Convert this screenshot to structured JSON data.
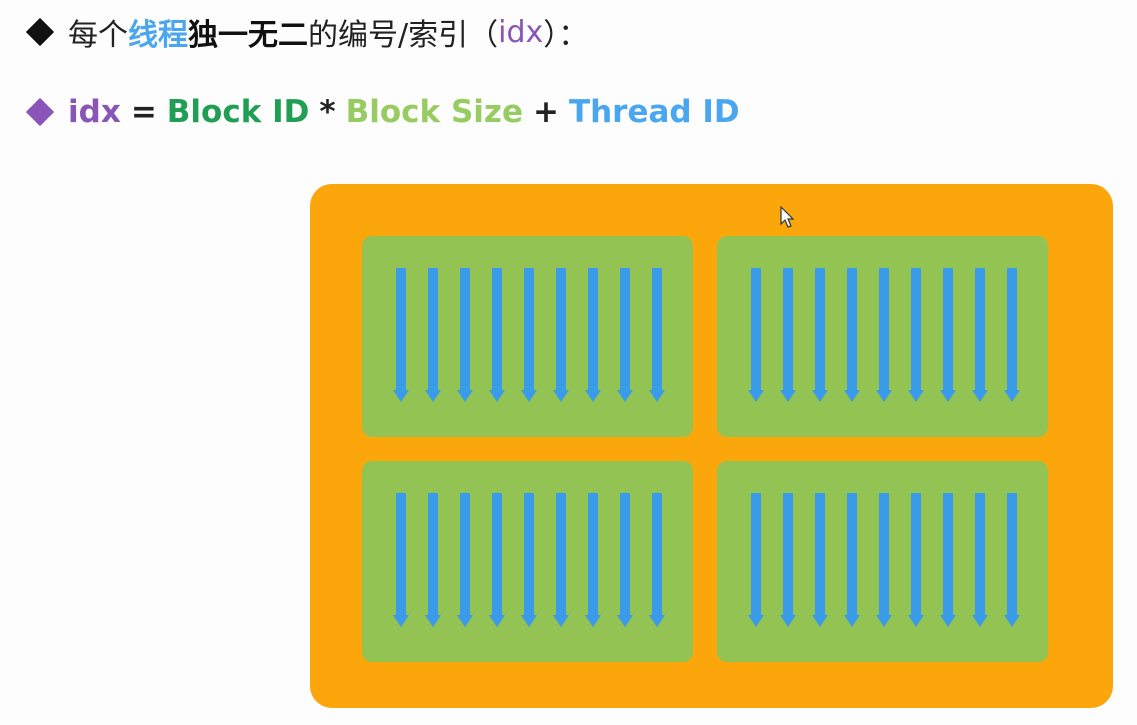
{
  "line1": {
    "part1": "每个",
    "part2": "线程",
    "part3": "独一无二",
    "part4": "的编号/索引（",
    "part5": "idx",
    "part6": "）："
  },
  "line2": {
    "idx": "idx",
    "eq": "=",
    "block_id": "Block ID",
    "times": "*",
    "block_size": "Block Size",
    "plus": "+",
    "thread_id": "Thread ID"
  },
  "diagram": {
    "blocks": 4,
    "threads_per_block": 9,
    "colors": {
      "grid": "#fba70c",
      "block": "#92c353",
      "thread": "#3a9bea"
    }
  }
}
